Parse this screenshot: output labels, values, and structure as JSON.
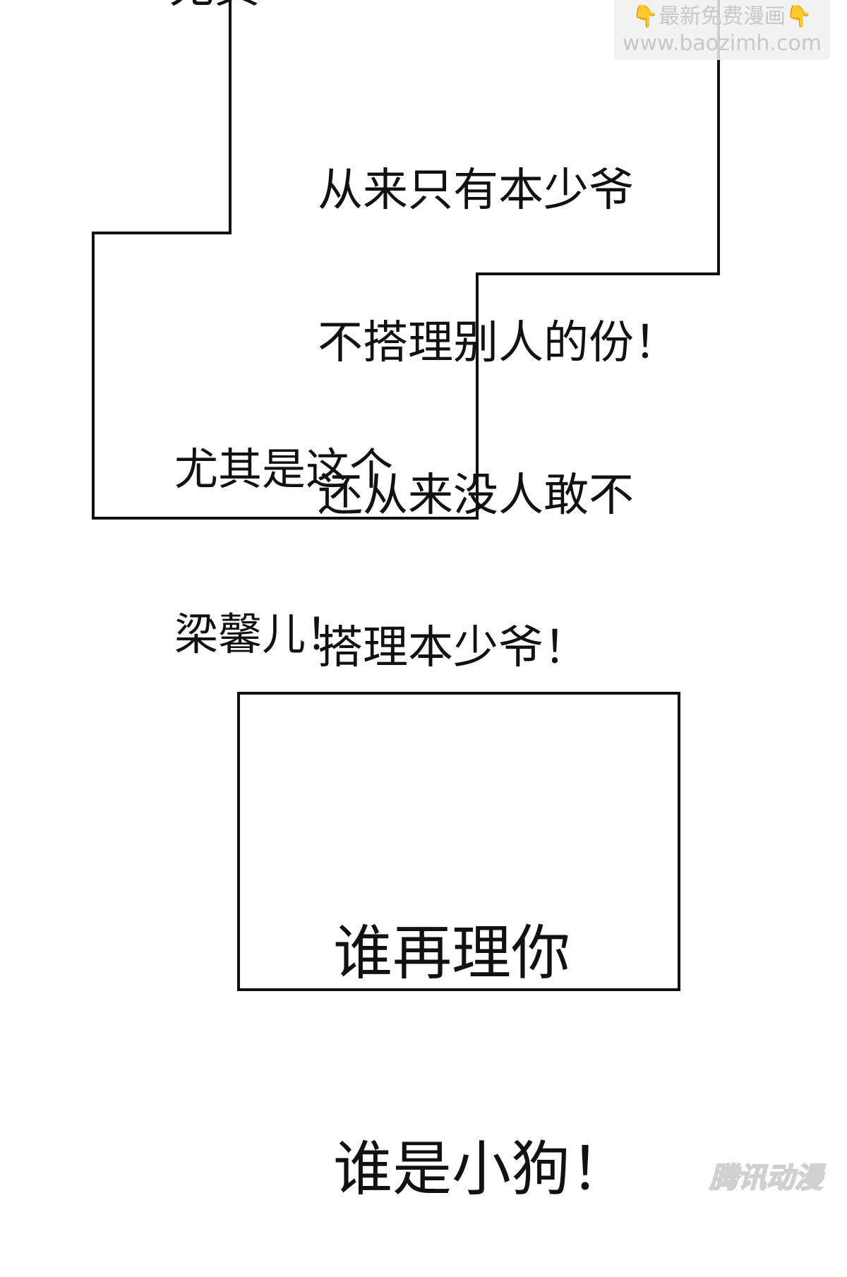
{
  "panels": {
    "partial_top": "尤其",
    "box1_lines": [
      "从来只有本少爷",
      "不搭理别人的份！",
      "还从来没人敢不",
      "搭理本少爷！"
    ],
    "box2_lines": [
      "尤其是这个",
      "梁馨儿！"
    ],
    "box3_lines": [
      "谁再理你",
      "谁是小狗！"
    ]
  },
  "watermark": {
    "line1": "最新免费漫画",
    "hand_icon": "👇",
    "line2": "www.baozimh.com"
  },
  "logo": "腾讯动漫"
}
